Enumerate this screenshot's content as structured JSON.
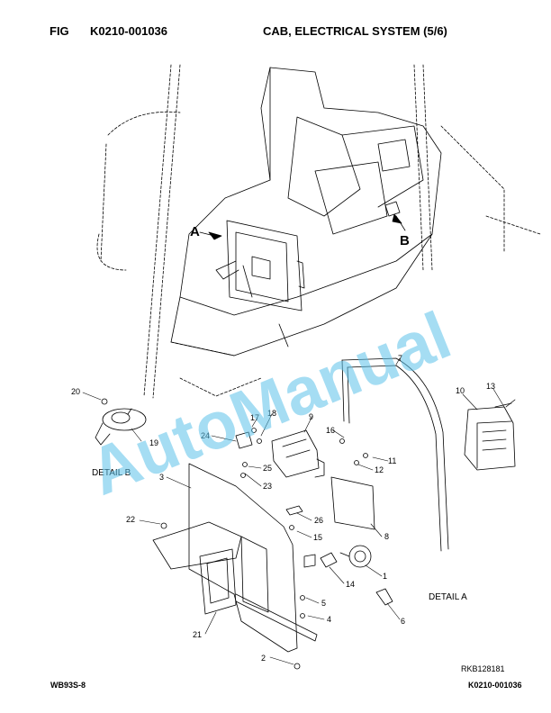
{
  "header": {
    "fig_label": "FIG",
    "fig_number": "K0210-001036",
    "title": "CAB, ELECTRICAL SYSTEM (5/6)"
  },
  "footer": {
    "left": "WB93S-8",
    "right": "K0210-001036"
  },
  "drawing_ref": "RKB128181",
  "watermark": "AutoManual",
  "view_labels": {
    "a": "A",
    "b": "B"
  },
  "detail_labels": {
    "b": "DETAIL B",
    "a": "DETAIL A"
  },
  "callouts": {
    "c1": "1",
    "c2": "2",
    "c3": "3",
    "c4": "4",
    "c5": "5",
    "c6": "6",
    "c7": "7",
    "c8": "8",
    "c9": "9",
    "c10": "10",
    "c11": "11",
    "c12": "12",
    "c13": "13",
    "c14": "14",
    "c15": "15",
    "c16": "16",
    "c17": "17",
    "c18": "18",
    "c19": "19",
    "c20": "20",
    "c21": "21",
    "c22": "22",
    "c23": "23",
    "c24": "24",
    "c25": "25",
    "c26": "26"
  },
  "colors": {
    "line": "#000000",
    "watermark": "#5cc2ea"
  }
}
